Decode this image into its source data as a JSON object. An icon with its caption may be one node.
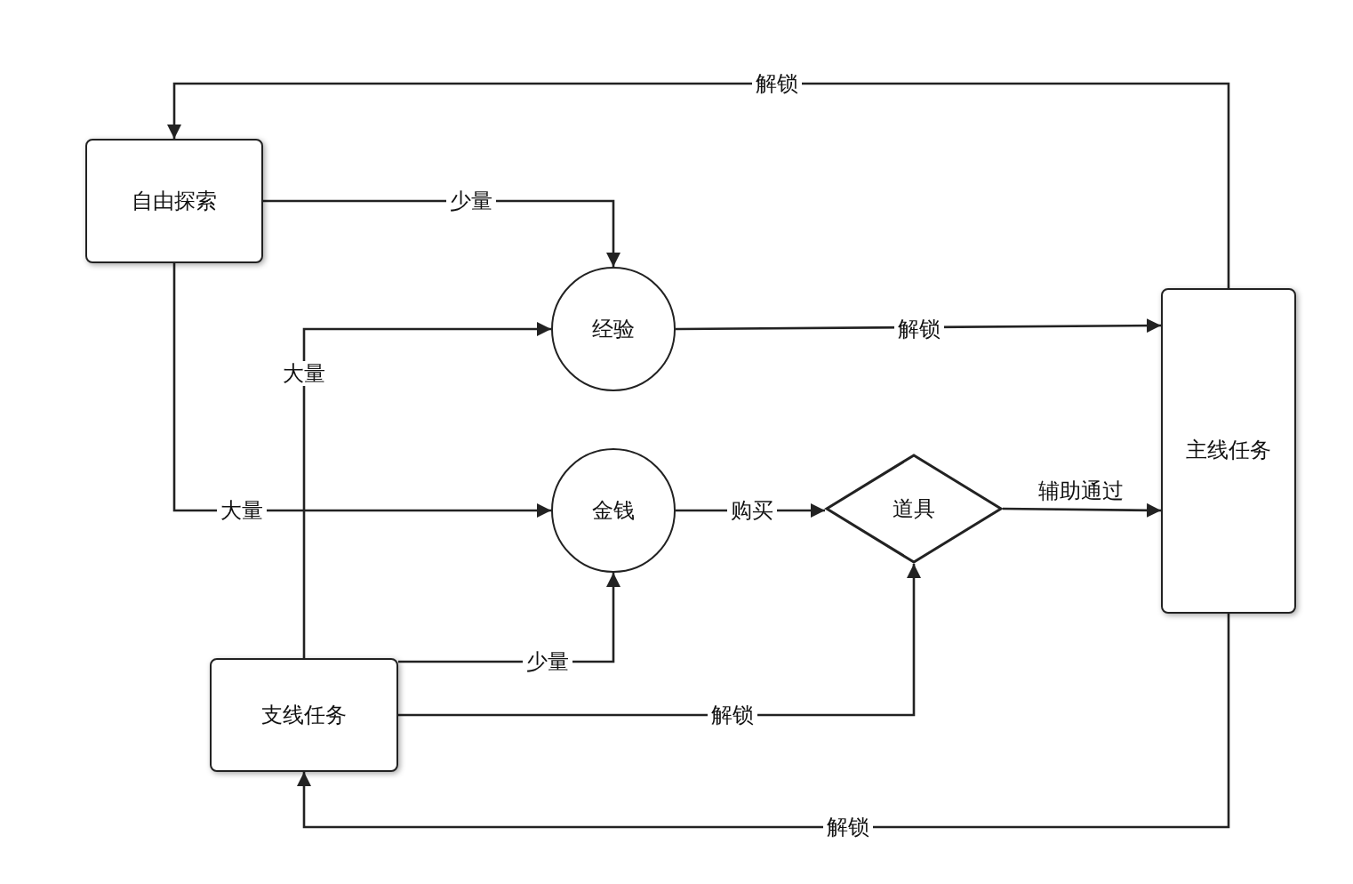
{
  "diagram": {
    "nodes": [
      {
        "text": [
          "自由探索"
        ]
      },
      {
        "text": [
          "经验"
        ]
      },
      {
        "text": [
          "金钱"
        ]
      },
      {
        "text": [
          "道具"
        ]
      },
      {
        "text": [
          "主线任务"
        ]
      },
      {
        "text": [
          "支线任务"
        ]
      }
    ],
    "edges": [
      {
        "from": 4,
        "to": 0,
        "arrow": "to",
        "label": "解锁"
      },
      {
        "from": 0,
        "to": 1,
        "arrow": "to",
        "label": "少量"
      },
      {
        "from": 1,
        "to": 4,
        "arrow": "to",
        "label": "解锁"
      },
      {
        "from": 0,
        "to": 2,
        "arrow": "to",
        "label": "大量"
      },
      {
        "from": 5,
        "to": 1,
        "arrow": "to",
        "label": "大量"
      },
      {
        "from": 2,
        "to": 3,
        "arrow": "to",
        "label": "购买"
      },
      {
        "from": 3,
        "to": 4,
        "arrow": "to",
        "label": "辅助通过"
      },
      {
        "from": 5,
        "to": 2,
        "arrow": "to",
        "label": "少量"
      },
      {
        "from": 5,
        "to": 3,
        "arrow": "to",
        "label": "解锁"
      },
      {
        "from": 4,
        "to": 5,
        "arrow": "to",
        "label": "解锁"
      }
    ]
  }
}
